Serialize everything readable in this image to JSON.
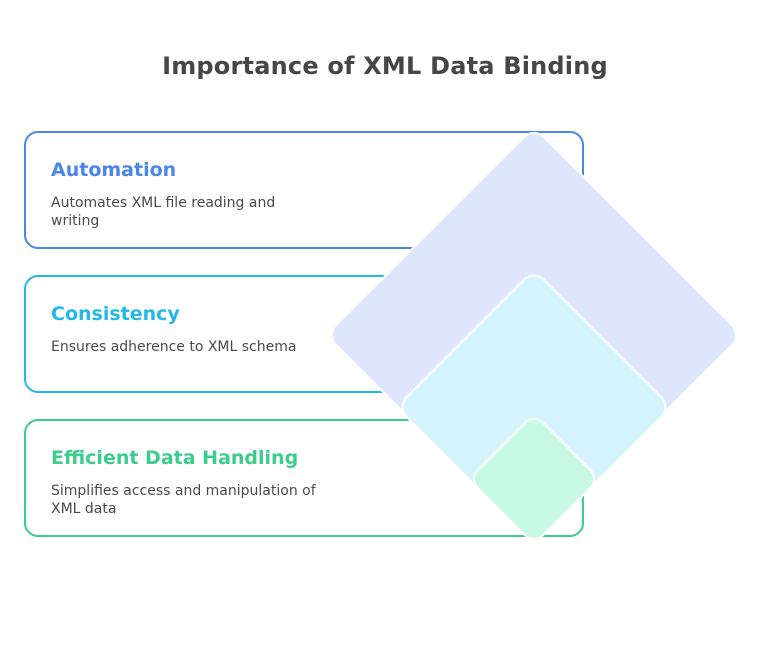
{
  "title": "Importance of XML Data Binding",
  "items": [
    {
      "heading": "Automation",
      "description": "Automates XML file reading and writing",
      "color": "#4a86e8",
      "fill": "#dde6fc"
    },
    {
      "heading": "Consistency",
      "description": "Ensures adherence to XML schema",
      "color": "#22b8e6",
      "fill": "#d4f3fc"
    },
    {
      "heading": "Efficient Data Handling",
      "description": "Simplifies access and manipulation of XML data",
      "color": "#3ccc8c",
      "fill": "#c8f9e3"
    }
  ]
}
